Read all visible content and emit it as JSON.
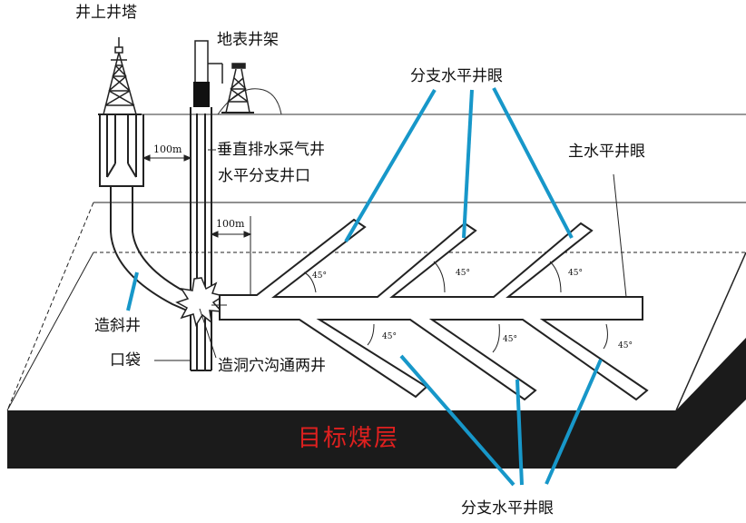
{
  "labels": {
    "surface_rig": "井上井塔",
    "ground_rig": "地表井架",
    "vertical_well": "垂直排水采气井",
    "branch_entry": "水平分支井口",
    "branch_top": "分支水平井眼",
    "main_horizontal": "主水平井眼",
    "deviated_well": "造斜井",
    "pocket": "口袋",
    "cavity": "造洞穴沟通两井",
    "coal_seam": "目标煤层",
    "branch_bottom": "分支水平井眼"
  },
  "dimensions": {
    "spacing_top": "100m",
    "spacing_mid": "100m"
  },
  "angles": [
    "45°",
    "45°",
    "45°",
    "45°",
    "45°",
    "45°"
  ],
  "colors": {
    "leader": "#1797c9",
    "coal_seam_band": "#1b1b1b",
    "coal_seam_text": "#e0201f"
  }
}
